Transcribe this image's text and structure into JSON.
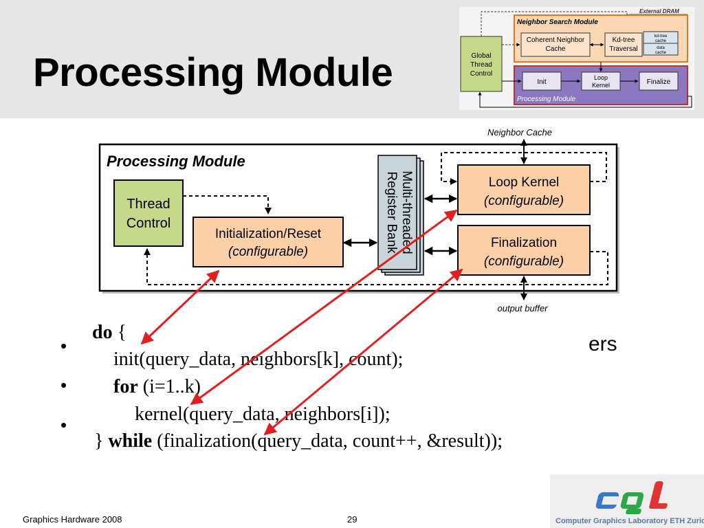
{
  "slide": {
    "title": "Processing Module",
    "footer_left": "Graphics Hardware 2008",
    "page_number": "29",
    "partial_text": "ers"
  },
  "overview": {
    "external_dram": "External DRAM",
    "neighbor_search_module": "Neighbor Search Module",
    "coherent_neighbor_cache": [
      "Coherent Neighbor",
      "Cache"
    ],
    "kdtree_traversal": [
      "Kd-tree",
      "Traversal"
    ],
    "kdtree_cache": [
      "kd-tree",
      "cache"
    ],
    "data_cache": [
      "data",
      "cache"
    ],
    "global_thread_control": [
      "Global",
      "Thread",
      "Control"
    ],
    "init": "Init",
    "loop_kernel": [
      "Loop",
      "Kernel"
    ],
    "finalize": "Finalize",
    "processing_module": "Processing Module"
  },
  "diagram": {
    "title": "Processing Module",
    "neighbor_cache": "Neighbor Cache",
    "output_buffer": "output buffer",
    "thread_control": [
      "Thread",
      "Control"
    ],
    "init_reset": [
      "Initialization/Reset",
      "(configurable)"
    ],
    "register_bank": [
      "Multi-threaded",
      "Register Bank"
    ],
    "loop_kernel": [
      "Loop Kernel",
      "(configurable)"
    ],
    "finalization": [
      "Finalization",
      "(configurable)"
    ]
  },
  "code": {
    "line1_kw": "do",
    "line1_rest": " {",
    "line2": "init(query_data, neighbors[k], count);",
    "line3_kw": "for",
    "line3_rest": " (i=1..k)",
    "line4": "kernel(query_data, neighbors[i]);",
    "line5_pre": "} ",
    "line5_kw": "while",
    "line5_rest": " (finalization(query_data, count++, &result));"
  },
  "logo": {
    "caption": "Computer Graphics Laboratory ETH Zurich"
  },
  "colors": {
    "orange_box": "#fbd0a8",
    "green_box": "#c6d98a",
    "purple_box": "#8b78c0",
    "arrow_red": "#e02020",
    "register_bank": "#c7d5da"
  }
}
